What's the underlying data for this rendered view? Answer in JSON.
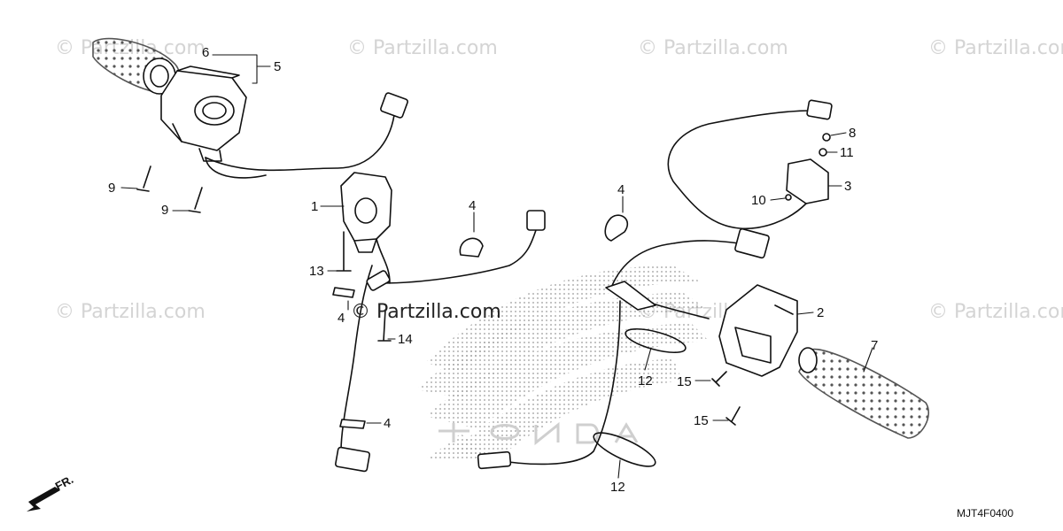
{
  "watermarks": {
    "text": "© Partzilla.com",
    "center_text": "© Partzilla.com"
  },
  "diagram": {
    "code": "MJT4F0400",
    "direction_label": "FR.",
    "callouts": {
      "c1": "1",
      "c2": "2",
      "c3": "3",
      "c4a": "4",
      "c4b": "4",
      "c4c": "4",
      "c4d": "4",
      "c5": "5",
      "c6": "6",
      "c7": "7",
      "c8": "8",
      "c9a": "9",
      "c9b": "9",
      "c10": "10",
      "c11": "11",
      "c12a": "12",
      "c12b": "12",
      "c13": "13",
      "c14": "14",
      "c15a": "15",
      "c15b": "15"
    }
  },
  "colors": {
    "line": "#111111",
    "dots": "#9a9a9a",
    "watermark": "#d4d4d4"
  },
  "icons": [
    "direction-arrow-icon",
    "wing-logo-watermark"
  ]
}
